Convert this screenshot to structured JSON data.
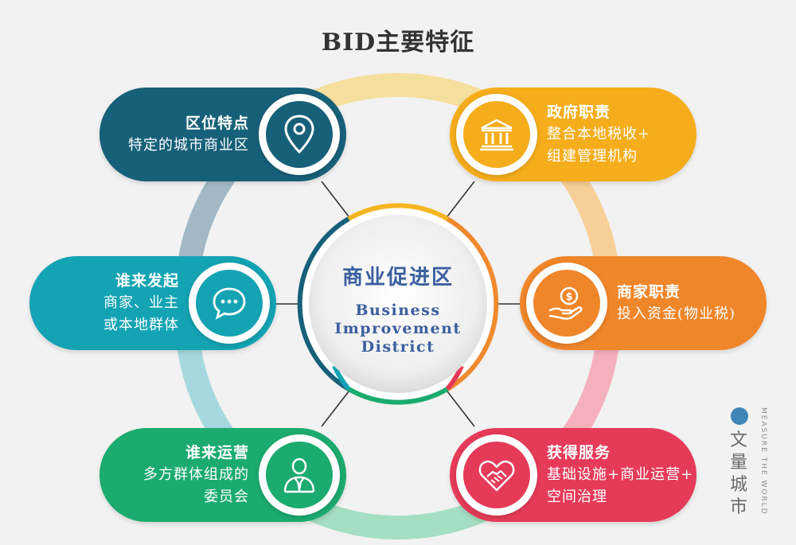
{
  "title": "BID主要特征",
  "center": {
    "name_zh": "商业促进区",
    "name_en": [
      "Business",
      "Improvement",
      "District"
    ]
  },
  "features": {
    "location": {
      "heading": "区位特点",
      "desc": [
        "特定的城市商业区"
      ],
      "icon": "location-pin-icon",
      "color": "#176079"
    },
    "government": {
      "heading": "政府职责",
      "desc": [
        "整合本地税收+",
        "组建管理机构"
      ],
      "icon": "government-building-icon",
      "color": "#f5ad1b"
    },
    "initiator": {
      "heading": "谁来发起",
      "desc": [
        "商家、业主",
        "或本地群体"
      ],
      "icon": "chat-bubble-icon",
      "color": "#14a3b3"
    },
    "merchant": {
      "heading": "商家职责",
      "desc": [
        "投入资金(物业税)"
      ],
      "icon": "money-hand-icon",
      "color": "#f0862a"
    },
    "operator": {
      "heading": "谁来运营",
      "desc": [
        "多方群体组成的",
        "委员会"
      ],
      "icon": "person-suit-icon",
      "color": "#1bab6e"
    },
    "services": {
      "heading": "获得服务",
      "desc": [
        "基础设施+商业运营+",
        "空间治理"
      ],
      "icon": "handshake-heart-icon",
      "color": "#e53b58"
    }
  },
  "logo": {
    "name": [
      "文",
      "量",
      "城",
      "市"
    ],
    "tagline": "MEASURE THE WORLD",
    "color": "#3e86b5"
  }
}
